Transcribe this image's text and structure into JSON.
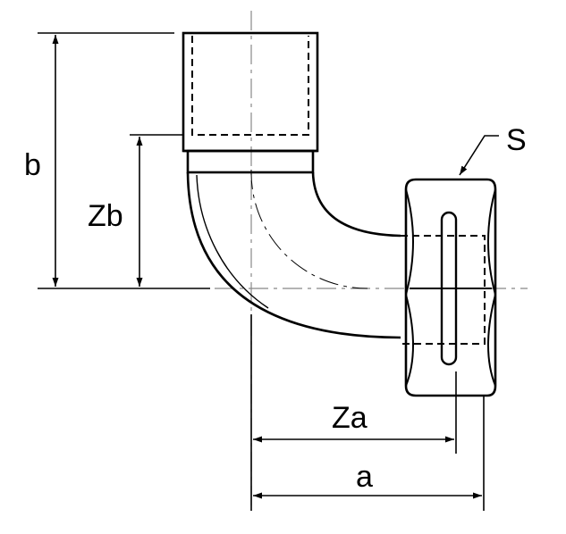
{
  "drawing": {
    "labels": {
      "b": "b",
      "zb": "Zb",
      "za": "Za",
      "a": "a",
      "s": "S"
    },
    "colors": {
      "line": "#000000",
      "centerline": "#888888",
      "background": "#ffffff"
    }
  }
}
